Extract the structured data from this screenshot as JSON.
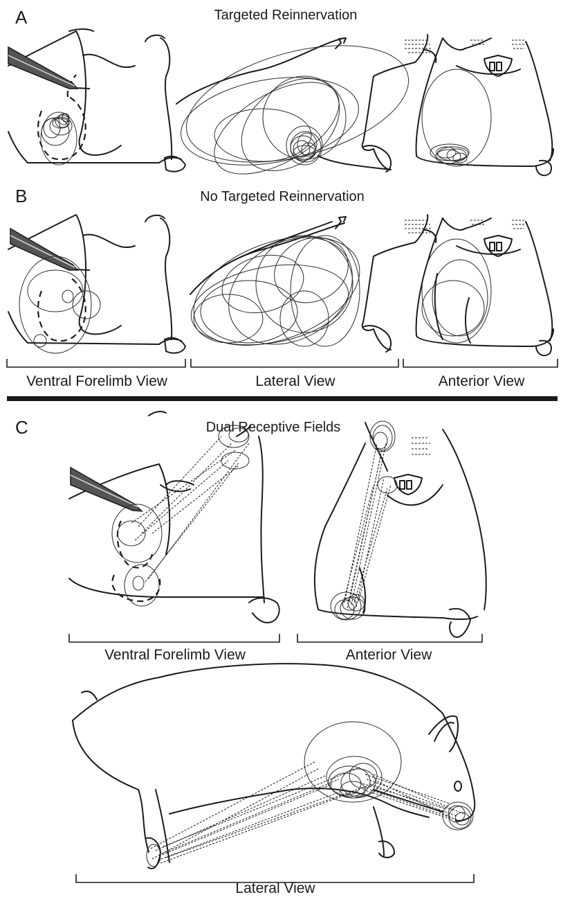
{
  "panels": {
    "a": {
      "letter": "A",
      "title": "Targeted Reinnervation"
    },
    "b": {
      "letter": "B",
      "title": "No Targeted Reinnervation"
    },
    "c": {
      "letter": "C",
      "title": "Dual Receptive Fields"
    }
  },
  "view_labels": {
    "ventral_forelimb": "Ventral Forelimb View",
    "lateral": "Lateral View",
    "anterior": "Anterior View"
  },
  "colors": {
    "ink": "#1a1a1a",
    "background": "#ffffff"
  }
}
